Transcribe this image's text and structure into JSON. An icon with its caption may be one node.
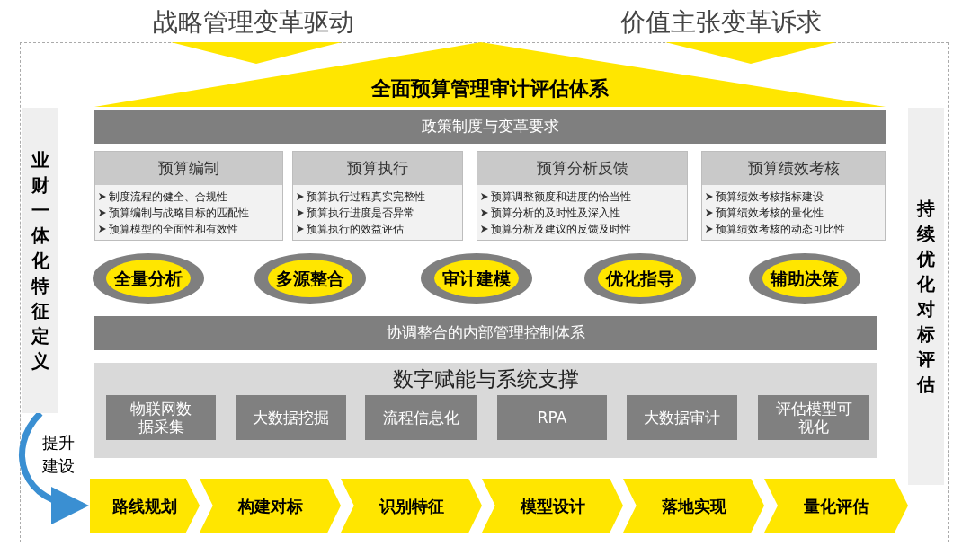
{
  "diagram": {
    "nodes": [
      {
        "text": [
          "全面预算管理审计评估体系"
        ]
      },
      {
        "text": [
          "政策制度与变革要求"
        ]
      },
      {
        "text": [
          "预算编制",
          "制度流程的健全、合规性",
          "预算编制与战略目标的匹配性",
          "预算模型的全面性和有效性"
        ]
      },
      {
        "text": [
          "预算执行",
          "预算执行过程真实完整性",
          "预算执行进度是否异常",
          "预算执行的效益评估"
        ]
      },
      {
        "text": [
          "预算分析反馈",
          "预算调整额度和进度的恰当性",
          "预算分析的及时性及深入性",
          "预算分析及建议的反馈及时性"
        ]
      },
      {
        "text": [
          "预算绩效考核",
          "预算绩效考核指标建设",
          "预算绩效考核的量化性",
          "预算绩效考核的动态可比性"
        ]
      },
      {
        "text": [
          "全量分析"
        ]
      },
      {
        "text": [
          "多源整合"
        ]
      },
      {
        "text": [
          "审计建模"
        ]
      },
      {
        "text": [
          "优化指导"
        ]
      },
      {
        "text": [
          "辅助决策"
        ]
      },
      {
        "text": [
          "协调整合的内部管理控制体系"
        ]
      },
      {
        "text": [
          "数字赋能与系统支撑"
        ]
      },
      {
        "text": [
          "物联网数据采集"
        ],
        "in": 12
      },
      {
        "text": [
          "大数据挖掘"
        ],
        "in": 12
      },
      {
        "text": [
          "流程信息化"
        ],
        "in": 12
      },
      {
        "text": [
          "RPA"
        ],
        "in": 12
      },
      {
        "text": [
          "大数据审计"
        ],
        "in": 12
      },
      {
        "text": [
          "评估模型可视化"
        ],
        "in": 12
      },
      {
        "text": [
          "业财一体化特征定义"
        ]
      },
      {
        "text": [
          "持续优化对标评估"
        ]
      },
      {
        "text": [
          "路线规划"
        ]
      },
      {
        "text": [
          "构建对标"
        ]
      },
      {
        "text": [
          "识别特征"
        ]
      },
      {
        "text": [
          "模型设计"
        ]
      },
      {
        "text": [
          "落地实现"
        ]
      },
      {
        "text": [
          "量化评估"
        ]
      }
    ],
    "edges": [
      {
        "from": 19,
        "to": 21,
        "arrow": "to",
        "label": "提升建设",
        "color": "#3a8fd2"
      }
    ],
    "labels": [
      "战略管理变革驱动",
      "价值主张变革诉求"
    ]
  }
}
